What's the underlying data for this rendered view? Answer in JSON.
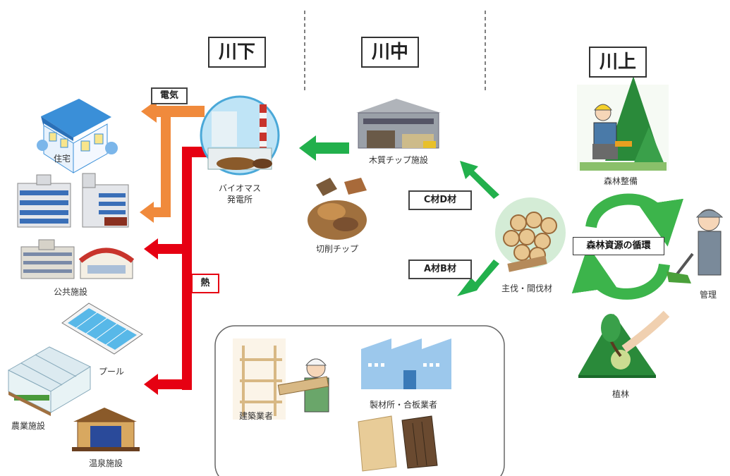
{
  "headers": {
    "downstream": "川下",
    "midstream": "川中",
    "upstream": "川上"
  },
  "tags": {
    "electricity": "電気",
    "heat": "熱",
    "cd_wood": "C材D材",
    "ab_wood": "A材B材"
  },
  "labels": {
    "housing": "住宅",
    "public_facilities": "公共施設",
    "pool": "プール",
    "agri_facilities": "農業施設",
    "hot_spring": "温泉施設",
    "biomass_plant_line1": "バイオマス",
    "biomass_plant_line2": "発電所",
    "chip_facility": "木質チップ施設",
    "cut_chips": "切削チップ",
    "logs": "主伐・間伐材",
    "construction": "建築業者",
    "sawmill": "製材所・合板業者",
    "forest_maintenance": "森林整備",
    "management": "管理",
    "planting": "植林",
    "cycle": "森林資源の循環"
  },
  "colors": {
    "electric_arrow": "#f08a3c",
    "heat_arrow": "#e60012",
    "wood_arrow": "#22b04c",
    "cycle_arrow": "#3cb44b"
  }
}
